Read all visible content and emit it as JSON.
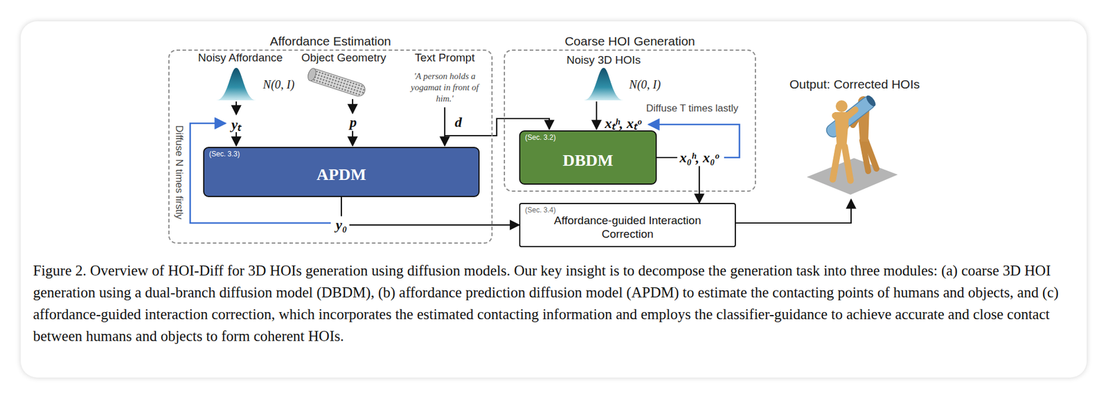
{
  "diagram": {
    "caption": "Figure 2. Overview of HOI-Diff for 3D HOIs generation using diffusion models. Our key insight is to decompose the generation task into three modules: (a) coarse 3D HOI generation using a dual-branch diffusion model (DBDM), (b) affordance prediction diffusion model (APDM) to estimate the contacting points of humans and objects, and (c) affordance-guided interaction correction, which incorporates the estimated contacting information and employs the classifier-guidance to achieve accurate and close contact between humans and objects to form coherent HOIs.",
    "nodes": [
      {
        "text": [
          "Affordance Estimation"
        ]
      },
      {
        "text": [
          "(Sec. 3.3)",
          "APDM"
        ],
        "in": 0
      },
      {
        "text": [
          "Coarse HOI Generation"
        ]
      },
      {
        "text": [
          "(Sec. 3.2)",
          "DBDM"
        ],
        "in": 2
      },
      {
        "text": [
          "(Sec. 3.4)",
          "Affordance-guided Interaction Correction"
        ]
      }
    ],
    "edges": [
      {
        "from": 1,
        "to": 4,
        "label": "y₀",
        "arrow": "to"
      },
      {
        "from": 3,
        "to": 4,
        "label": "x₀ʰ, x₀ᵒ",
        "arrow": "to"
      }
    ],
    "labels": [
      "Noisy Affordance",
      "N(0, I)",
      "Object Geometry",
      "Text Prompt",
      "'A person holds a yogamat in front of him.'",
      "yₜ",
      "p",
      "d",
      "Diffuse N times firstly",
      "Noisy 3D HOIs",
      "N(0, I)",
      "xₜʰ, xₜᵒ",
      "Diffuse T times lastly",
      "Output: Corrected HOIs"
    ]
  }
}
